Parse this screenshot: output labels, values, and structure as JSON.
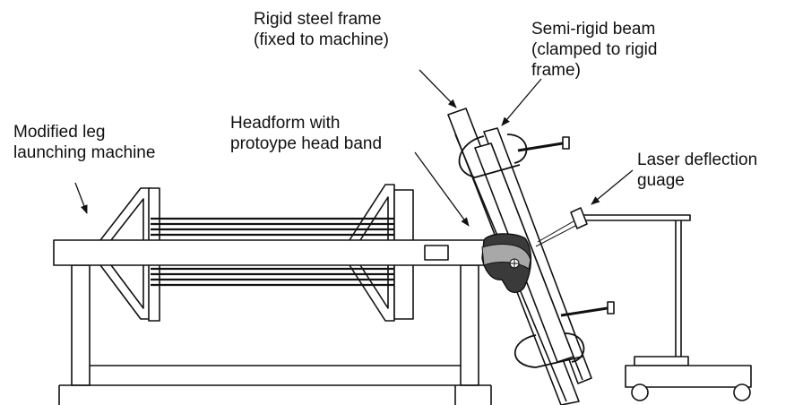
{
  "labels": {
    "rigid_frame": [
      "Rigid steel frame",
      "(fixed to machine)"
    ],
    "semi_rigid_beam": [
      "Semi-rigid beam",
      "(clamped to rigid",
      "frame)"
    ],
    "leg_machine": [
      "Modified leg",
      "launching machine"
    ],
    "headform": [
      "Headform with",
      "protoype head band"
    ],
    "laser": [
      "Laser deflection",
      "guage"
    ]
  },
  "colors": {
    "line": "#111111",
    "headform": "#3a3a3a",
    "headband": "#a8a8a8"
  }
}
